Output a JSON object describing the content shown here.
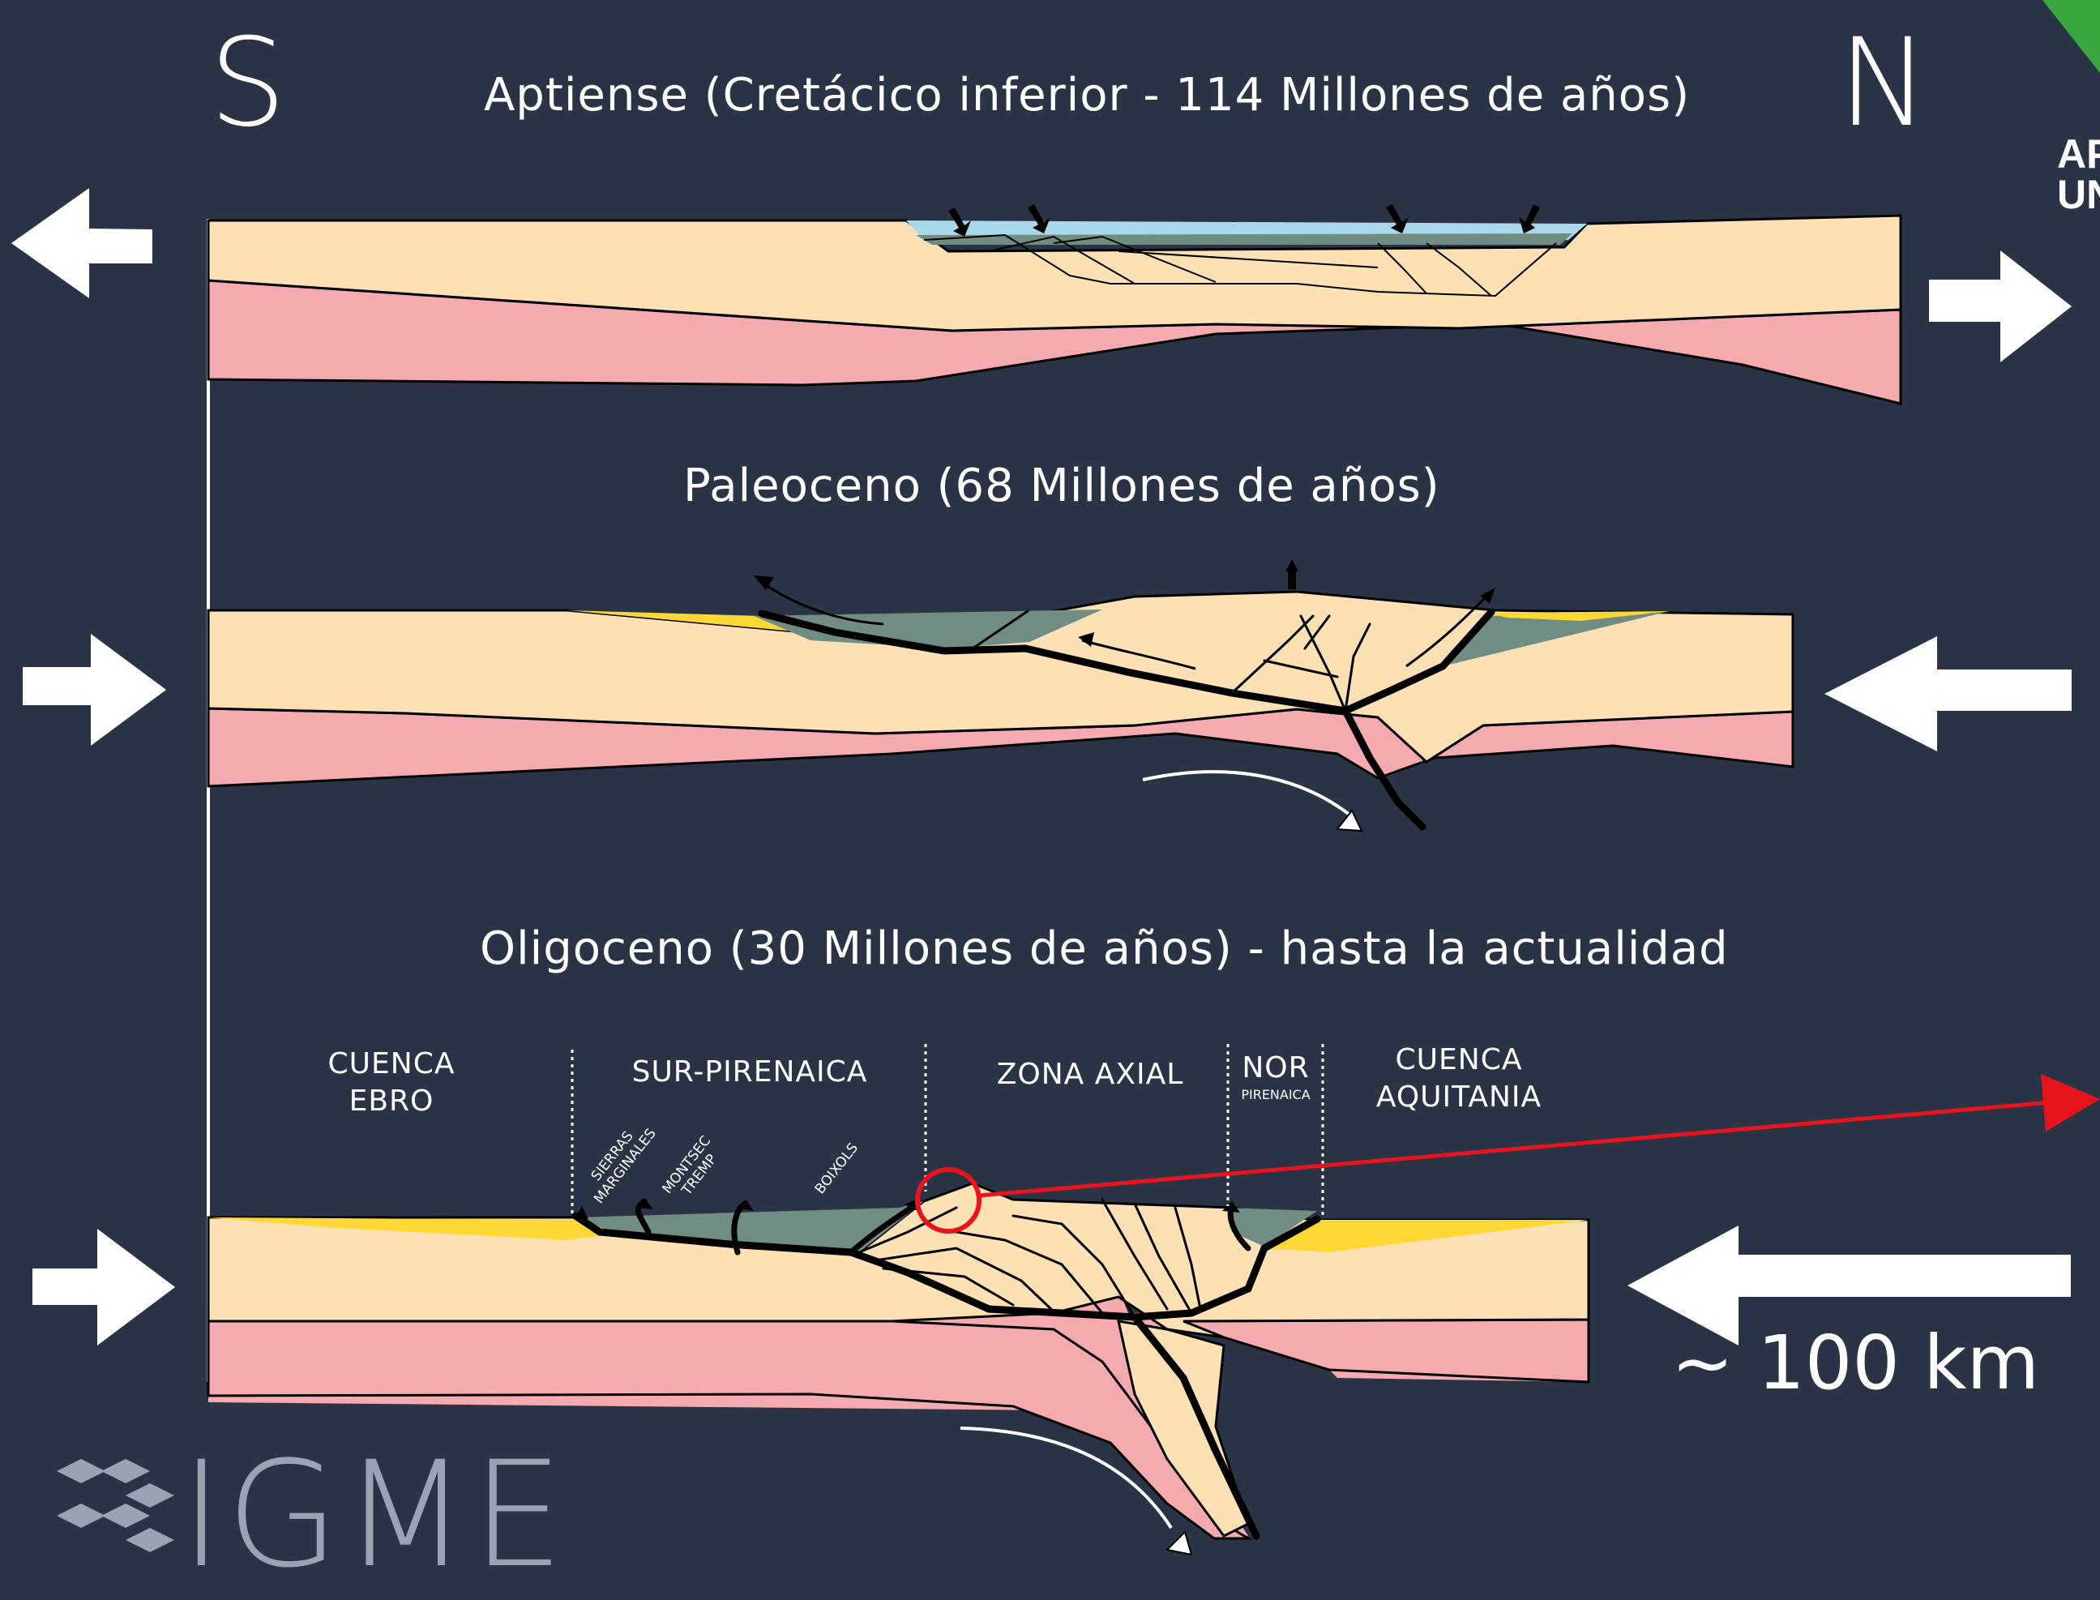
{
  "compass": {
    "south": "S",
    "north": "N"
  },
  "titles": {
    "aptiense": "Aptiense (Cretácico inferior - 114 Millones de años)",
    "paleoceno": "Paleoceno (68 Millones de años)",
    "oligoceno": "Oligoceno (30 Millones de años) - hasta la actualidad"
  },
  "zones": {
    "cuenca_ebro": [
      "CUENCA",
      "EBRO"
    ],
    "sur_pirenaica": "SUR-PIRENAICA",
    "zona_axial": "ZONA AXIAL",
    "nor_pirenaica": {
      "main": "NOR",
      "sub": "PIRENAICA"
    },
    "cuenca_aquitania": [
      "CUENCA",
      "AQUITANIA"
    ]
  },
  "thrust_labels": {
    "sierras": [
      "SIERRAS",
      "MARGINALES"
    ],
    "montsec": [
      "MONTSEC",
      "TREMP"
    ],
    "boixols": "BOIXOLS"
  },
  "scale": {
    "symbol": "~",
    "value": "100 km"
  },
  "logo": {
    "text": "IGME"
  },
  "corner": {
    "line1": "AP",
    "line2": "UN"
  },
  "colors": {
    "background": "#2b3447",
    "crust": "#fde0b4",
    "mantle": "#f5aab0",
    "marine_sediment": "#6f8d82",
    "foreland_sediment": "#fdd835",
    "sea": "#a8d8ea",
    "fault": "#000000",
    "arrow": "#ffffff",
    "highlight": "#e8141c"
  }
}
